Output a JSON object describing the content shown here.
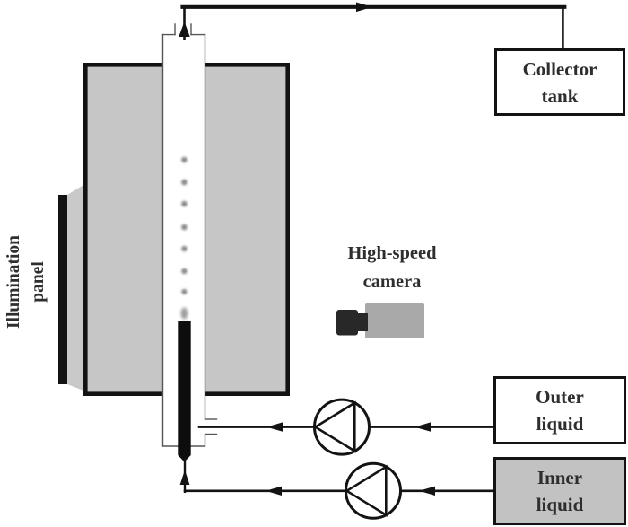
{
  "figure": {
    "labels": {
      "illumination_panel": {
        "line1": "Illumination",
        "line2": "panel"
      },
      "high_speed_camera": {
        "line1": "High-speed",
        "line2": "camera"
      },
      "collector_tank": {
        "line1": "Collector",
        "line2": "tank"
      },
      "outer_liquid": {
        "line1": "Outer",
        "line2": "liquid"
      },
      "inner_liquid": {
        "line1": "Inner",
        "line2": "liquid"
      }
    },
    "colors": {
      "ink": "#131313",
      "panel_gray": "#c6c6c6",
      "wedge_gray": "#c9c9c9",
      "inner_box_gray": "#c2c2c2",
      "camera_body_gray": "#a9a9a9",
      "camera_lens_dark": "#282828",
      "needle_black": "#0d0d0d",
      "droplet_gray": "#8a8a8a",
      "tube_outline_gray": "#565656",
      "box_bg_white": "#ffffff",
      "text_dark": "#2e2e2e"
    }
  }
}
